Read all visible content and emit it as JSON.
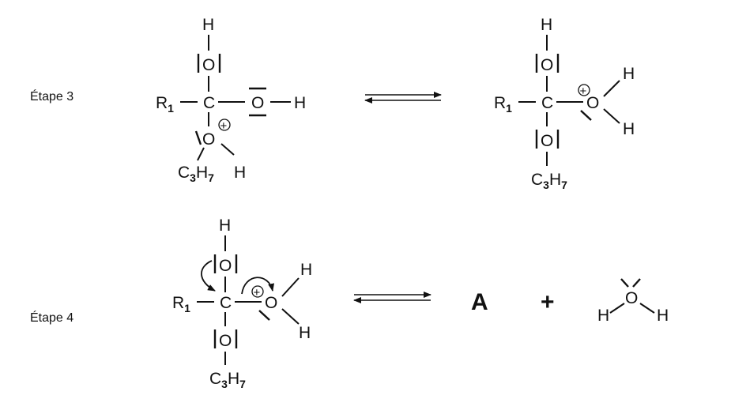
{
  "steps": [
    {
      "label": "Étape 3"
    },
    {
      "label": "Étape 4"
    }
  ],
  "atoms": {
    "H": "H",
    "O": "O",
    "C": "C",
    "R": "R",
    "R_sub": "1",
    "C3H7_a": "C",
    "C3H7_b": "3",
    "C3H7_c": "H",
    "C3H7_d": "7"
  },
  "product_label": "A",
  "plus_sign": "+",
  "charge": "+"
}
